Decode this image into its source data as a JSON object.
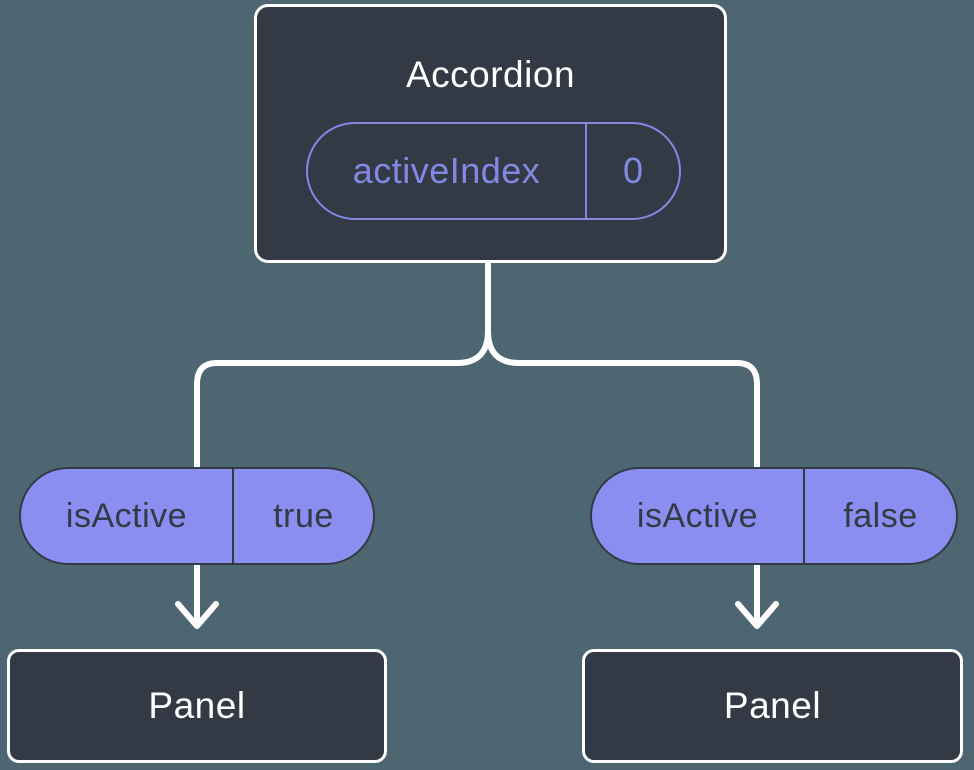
{
  "diagram": {
    "description": "Component tree diagram showing state passed down as props",
    "background": "#4D6671",
    "colors": {
      "node_fill": "#333A45",
      "node_border": "#FFFFFF",
      "accent_purple": "#8289E4",
      "prop_pill_fill": "#8A8EF0",
      "prop_pill_text": "#333A45",
      "connector": "#FFFFFF"
    },
    "root": {
      "title": "Accordion",
      "state": {
        "name": "activeIndex",
        "value": "0"
      }
    },
    "branches": [
      {
        "prop_name": "isActive",
        "prop_value": "true",
        "child_title": "Panel"
      },
      {
        "prop_name": "isActive",
        "prop_value": "false",
        "child_title": "Panel"
      }
    ]
  }
}
